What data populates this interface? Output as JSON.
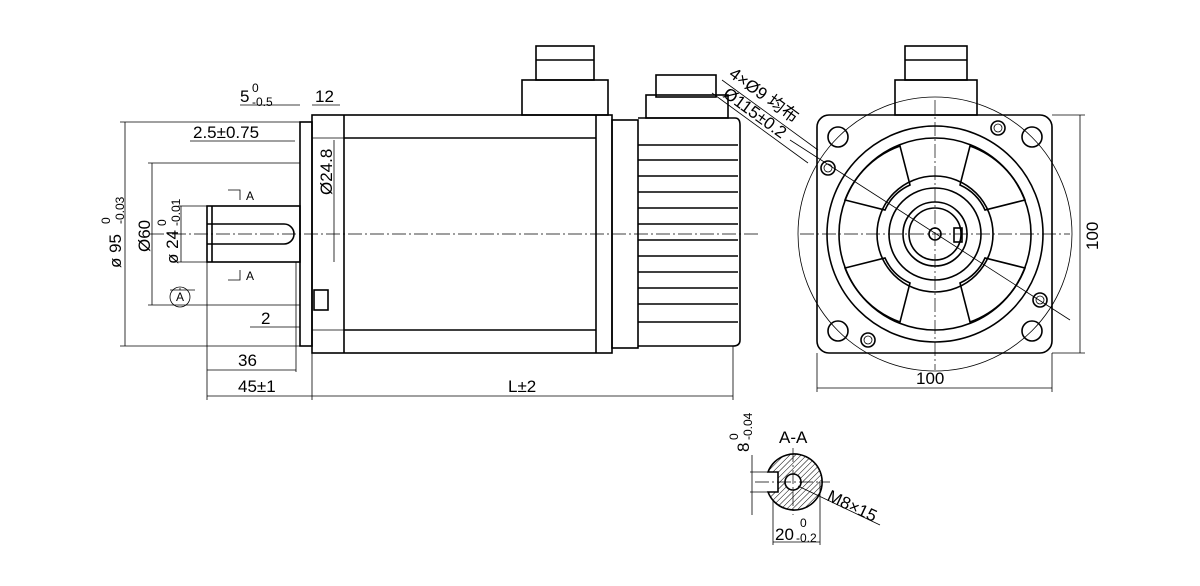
{
  "side_view": {
    "dim_flange_thickness": "5",
    "dim_flange_thickness_upper": "0",
    "dim_flange_thickness_lower": "-0.5",
    "dim_12": "12",
    "dim_spigot": "2.5±0.75",
    "dim_d248": "Ø24.8",
    "dim_d95_prefix": "ø 95",
    "dim_d95_upper": "0",
    "dim_d95_lower": "-0.03",
    "dim_d60": "Ø60",
    "dim_d24_prefix": "ø 24",
    "dim_d24_upper": "0",
    "dim_d24_lower": "-0.01",
    "section_mark_top": "A",
    "section_mark_bottom": "A",
    "datum_label": "A",
    "dim_2": "2",
    "dim_36": "36",
    "dim_45": "45±1",
    "dim_length": "L±2"
  },
  "front_view": {
    "holes_note": "4×Ø9 均布",
    "pcd_note": "Ø115±0.2",
    "dim_width": "100",
    "dim_height": "100"
  },
  "section_view": {
    "title": "A-A",
    "dim_key": "8",
    "dim_key_upper": "0",
    "dim_key_lower": "-0.04",
    "dim_dia": "20",
    "dim_dia_upper": "0",
    "dim_dia_lower": "-0.2",
    "thread_note": "M8×15"
  }
}
